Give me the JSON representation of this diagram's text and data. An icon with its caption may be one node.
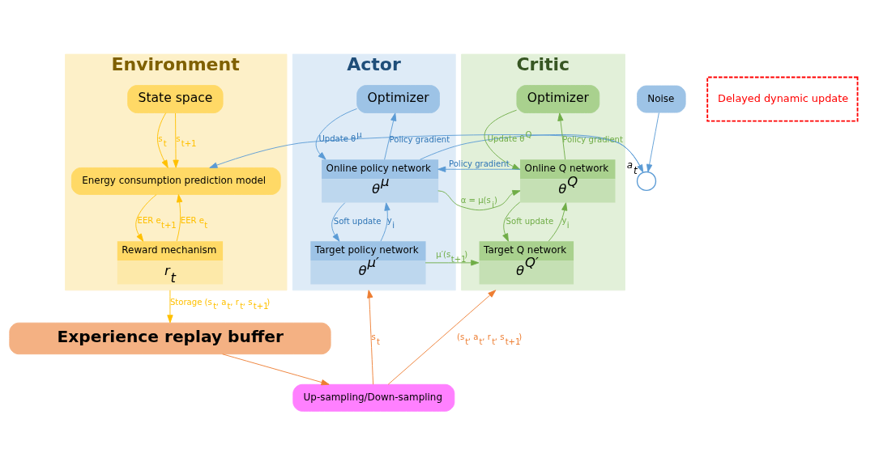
{
  "diagram": {
    "nodes": [
      {
        "text": [
          "Environment"
        ]
      },
      {
        "text": [
          "State space"
        ],
        "in": 0
      },
      {
        "text": [
          "Energy consumption prediction model"
        ],
        "in": 0
      },
      {
        "text": [
          "Reward mechanism",
          "r$_{t}$"
        ],
        "in": 0
      },
      {
        "text": [
          "Noise"
        ]
      },
      {
        "text": [],
        "shape": "circle",
        "beside": [
          "a$_{t}$"
        ]
      },
      {
        "text": [
          "Actor"
        ]
      },
      {
        "text": [
          "Optimizer"
        ],
        "in": 6
      },
      {
        "text": [
          "Online policy network",
          "θ$^{μ}$"
        ],
        "in": 6
      },
      {
        "text": [
          "Target policy network",
          "θ$^{μ′}$"
        ],
        "in": 6
      },
      {
        "text": [
          "Delayed dynamic update"
        ]
      },
      {
        "text": [
          "Critic"
        ]
      },
      {
        "text": [
          "Optimizer"
        ],
        "in": 11
      },
      {
        "text": [
          "Online Q network",
          "θ$^{Q}$"
        ],
        "in": 11
      },
      {
        "text": [
          "Target Q network",
          "θ$^{Q′}$"
        ],
        "in": 11
      },
      {
        "text": [
          "Up-sampling/Down-sampling"
        ]
      },
      {
        "text": [
          "Experience replay buffer"
        ]
      }
    ],
    "edges": [
      {
        "from": 1,
        "to": 2,
        "arrow": "to",
        "label": "s$_{t}$",
        "color": "#ffc000"
      },
      {
        "from": 1,
        "to": 2,
        "arrow": "to",
        "label": "s$_{t+1}$",
        "color": "#ffc000"
      },
      {
        "from": 3,
        "to": 2,
        "arrow": "to",
        "label": "EER e$_{t}$",
        "color": "#ffc000"
      },
      {
        "from": 2,
        "to": 3,
        "arrow": "to",
        "label": "EER e$_{t+1}$",
        "color": "#ffc000"
      },
      {
        "from": 4,
        "to": 5,
        "arrow": "to"
      },
      {
        "from": 8,
        "to": 5,
        "arrow": "to"
      },
      {
        "from": 5,
        "to": 2,
        "arrow": "to"
      },
      {
        "from": 7,
        "to": 8,
        "arrow": "to",
        "label": "Update θ$^{μ}$"
      },
      {
        "from": 8,
        "to": 7,
        "arrow": "to",
        "label": "Policy gradient"
      },
      {
        "from": 9,
        "to": 8,
        "arrow": "to",
        "label": "y$_{i}$"
      },
      {
        "from": 8,
        "to": 9,
        "arrow": "to",
        "label": "Soft update"
      },
      {
        "from": 13,
        "to": 8,
        "arrow": "to",
        "label": "Policy gradient"
      },
      {
        "from": 8,
        "to": 13,
        "arrow": "to",
        "label": "α = μ(s$_{i}$)",
        "color": "#70ad47"
      },
      {
        "from": 9,
        "to": 14,
        "arrow": "to",
        "label": "μ′(s$_{t+1}$)",
        "color": "#70ad47"
      },
      {
        "from": 12,
        "to": 13,
        "arrow": "to",
        "label": "Update θ$^{Q}$",
        "color": "#70ad47"
      },
      {
        "from": 13,
        "to": 12,
        "arrow": "to",
        "label": "Policy gradient",
        "color": "#70ad47"
      },
      {
        "from": 14,
        "to": 13,
        "arrow": "to",
        "label": "y$_{i}$",
        "color": "#70ad47"
      },
      {
        "from": 13,
        "to": 14,
        "arrow": "to",
        "label": "Soft update",
        "color": "#70ad47"
      },
      {
        "from": 0,
        "to": 16,
        "arrow": "to",
        "label": "Storage (s$_{t}$, a$_{t}$, r$_{t}$, s$_{t+1}$)",
        "color": "#ffc000"
      },
      {
        "from": 16,
        "to": 15,
        "arrow": "to",
        "color": "#ed7d31"
      },
      {
        "from": 15,
        "to": 6,
        "arrow": "to",
        "label": "s$_{t}$",
        "color": "#ed7d31"
      },
      {
        "from": 15,
        "to": 11,
        "arrow": "to",
        "label": "(s$_{t}$, a$_{t}$, r$_{t}$, s$_{t+1}$)",
        "color": "#ed7d31"
      }
    ]
  }
}
